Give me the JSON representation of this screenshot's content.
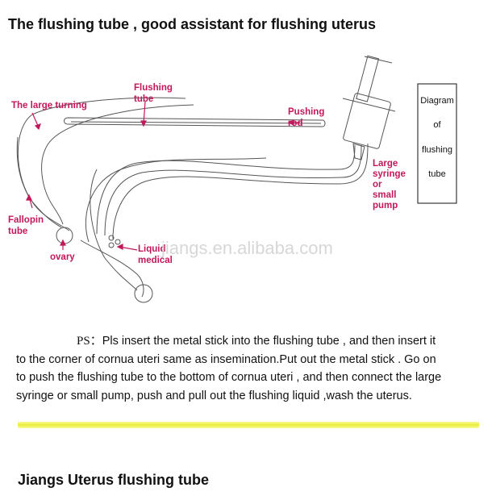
{
  "title": "The flushing tube , good assistant for flushing uterus",
  "diagram": {
    "labels": {
      "large_turning": "The large turning",
      "flushing_tube_1": "Flushing",
      "flushing_tube_2": "tube",
      "pushing_rod_1": "Pushing",
      "pushing_rod_2": "rod",
      "syringe_1": "Large",
      "syringe_2": "syringe",
      "syringe_3": "or",
      "syringe_4": "small",
      "syringe_5": "pump",
      "fallopin_1": "Fallopin",
      "fallopin_2": "tube",
      "ovary": "ovary",
      "liquid_1": "Liquid",
      "liquid_2": "medical"
    },
    "box": {
      "line1": "Diagram",
      "line2": "of",
      "line3": "flushing",
      "line4": "tube"
    },
    "watermark": "jiangs.en.alibaba.com",
    "label_color": "#c2185b"
  },
  "instructions": {
    "ps_label": "PS：",
    "line1": "Pls insert the metal stick into the flushing tube , and then insert it",
    "line2": "to the corner of cornua uteri same as insemination.Put out the metal stick . Go on",
    "line3": "to push the flushing tube to the bottom of cornua uteri , and then connect the large",
    "line4": "syringe or small pump, push and pull out the flushing liquid ,wash the uterus."
  },
  "footer_title": "Jiangs Uterus flushing tube"
}
